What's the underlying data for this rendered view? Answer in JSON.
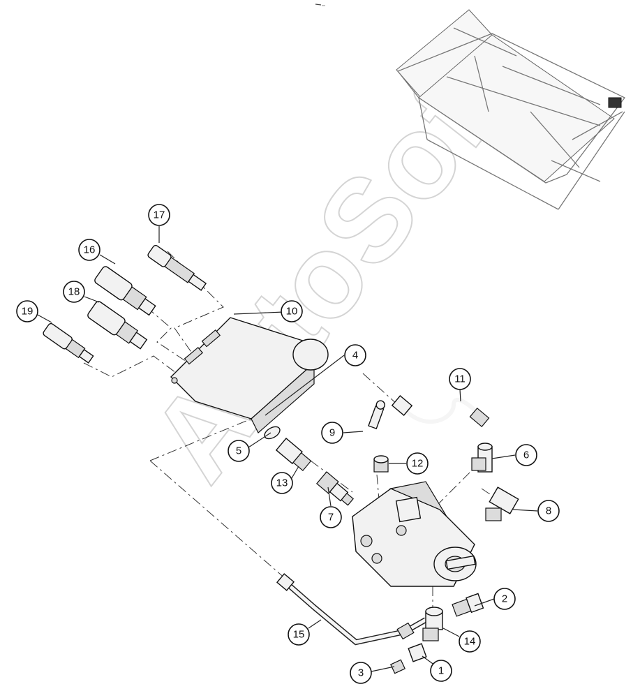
{
  "watermark": "AutoSoft",
  "callouts": [
    {
      "n": "1"
    },
    {
      "n": "2"
    },
    {
      "n": "3"
    },
    {
      "n": "4"
    },
    {
      "n": "5"
    },
    {
      "n": "6"
    },
    {
      "n": "7"
    },
    {
      "n": "8"
    },
    {
      "n": "9"
    },
    {
      "n": "10"
    },
    {
      "n": "11"
    },
    {
      "n": "12"
    },
    {
      "n": "13"
    },
    {
      "n": "14"
    },
    {
      "n": "15"
    },
    {
      "n": "16"
    },
    {
      "n": "17"
    },
    {
      "n": "18"
    },
    {
      "n": "19"
    }
  ]
}
